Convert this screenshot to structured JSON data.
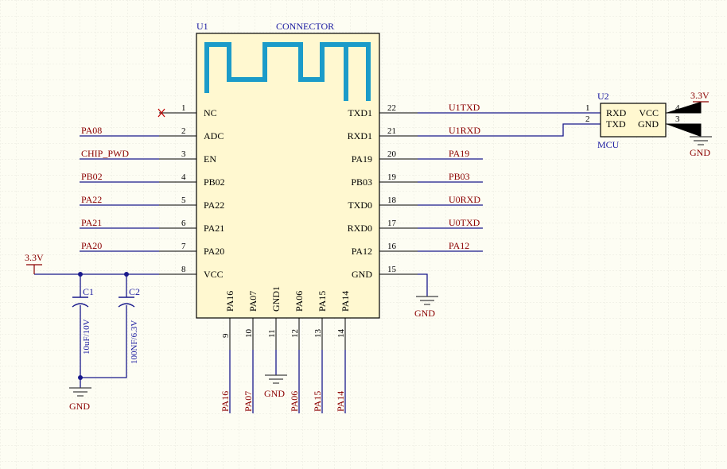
{
  "u1": {
    "ref": "U1",
    "name": "CONNECTOR",
    "left_pins": [
      {
        "num": "1",
        "name": "NC",
        "net": ""
      },
      {
        "num": "2",
        "name": "ADC",
        "net": "PA08"
      },
      {
        "num": "3",
        "name": "EN",
        "net": "CHIP_PWD"
      },
      {
        "num": "4",
        "name": "PB02",
        "net": "PB02"
      },
      {
        "num": "5",
        "name": "PA22",
        "net": "PA22"
      },
      {
        "num": "6",
        "name": "PA21",
        "net": "PA21"
      },
      {
        "num": "7",
        "name": "PA20",
        "net": "PA20"
      },
      {
        "num": "8",
        "name": "VCC",
        "net": ""
      }
    ],
    "right_pins": [
      {
        "num": "22",
        "name": "TXD1",
        "net": "U1TXD"
      },
      {
        "num": "21",
        "name": "RXD1",
        "net": "U1RXD"
      },
      {
        "num": "20",
        "name": "PA19",
        "net": "PA19"
      },
      {
        "num": "19",
        "name": "PB03",
        "net": "PB03"
      },
      {
        "num": "18",
        "name": "TXD0",
        "net": "U0RXD"
      },
      {
        "num": "17",
        "name": "RXD0",
        "net": "U0TXD"
      },
      {
        "num": "16",
        "name": "PA12",
        "net": "PA12"
      },
      {
        "num": "15",
        "name": "GND",
        "net": ""
      }
    ],
    "bottom_pins": [
      {
        "num": "9",
        "name": "PA16",
        "net": "PA16"
      },
      {
        "num": "10",
        "name": "PA07",
        "net": "PA07"
      },
      {
        "num": "11",
        "name": "GND1",
        "net": ""
      },
      {
        "num": "12",
        "name": "PA06",
        "net": "PA06"
      },
      {
        "num": "13",
        "name": "PA15",
        "net": "PA15"
      },
      {
        "num": "14",
        "name": "PA14",
        "net": "PA14"
      }
    ]
  },
  "u2": {
    "ref": "U2",
    "name": "MCU",
    "pins": [
      {
        "num": "1",
        "name": "RXD"
      },
      {
        "num": "2",
        "name": "TXD"
      },
      {
        "num": "4",
        "name": "VCC"
      },
      {
        "num": "3",
        "name": "GND"
      }
    ]
  },
  "caps": [
    {
      "ref": "C1",
      "value": "10uF/10V"
    },
    {
      "ref": "C2",
      "value": "100NF/6.3V"
    }
  ],
  "power_labels": {
    "vcc_left": "3.3V",
    "vcc_right": "3.3V",
    "gnd": "GND"
  },
  "colors": {
    "wire": "#1a1a8c",
    "net_label": "#8b0000",
    "ref_label": "#1a1aa0",
    "body_fill": "#fff8d0",
    "antenna": "#1b9bc9",
    "grid": "#e6e6dc"
  }
}
